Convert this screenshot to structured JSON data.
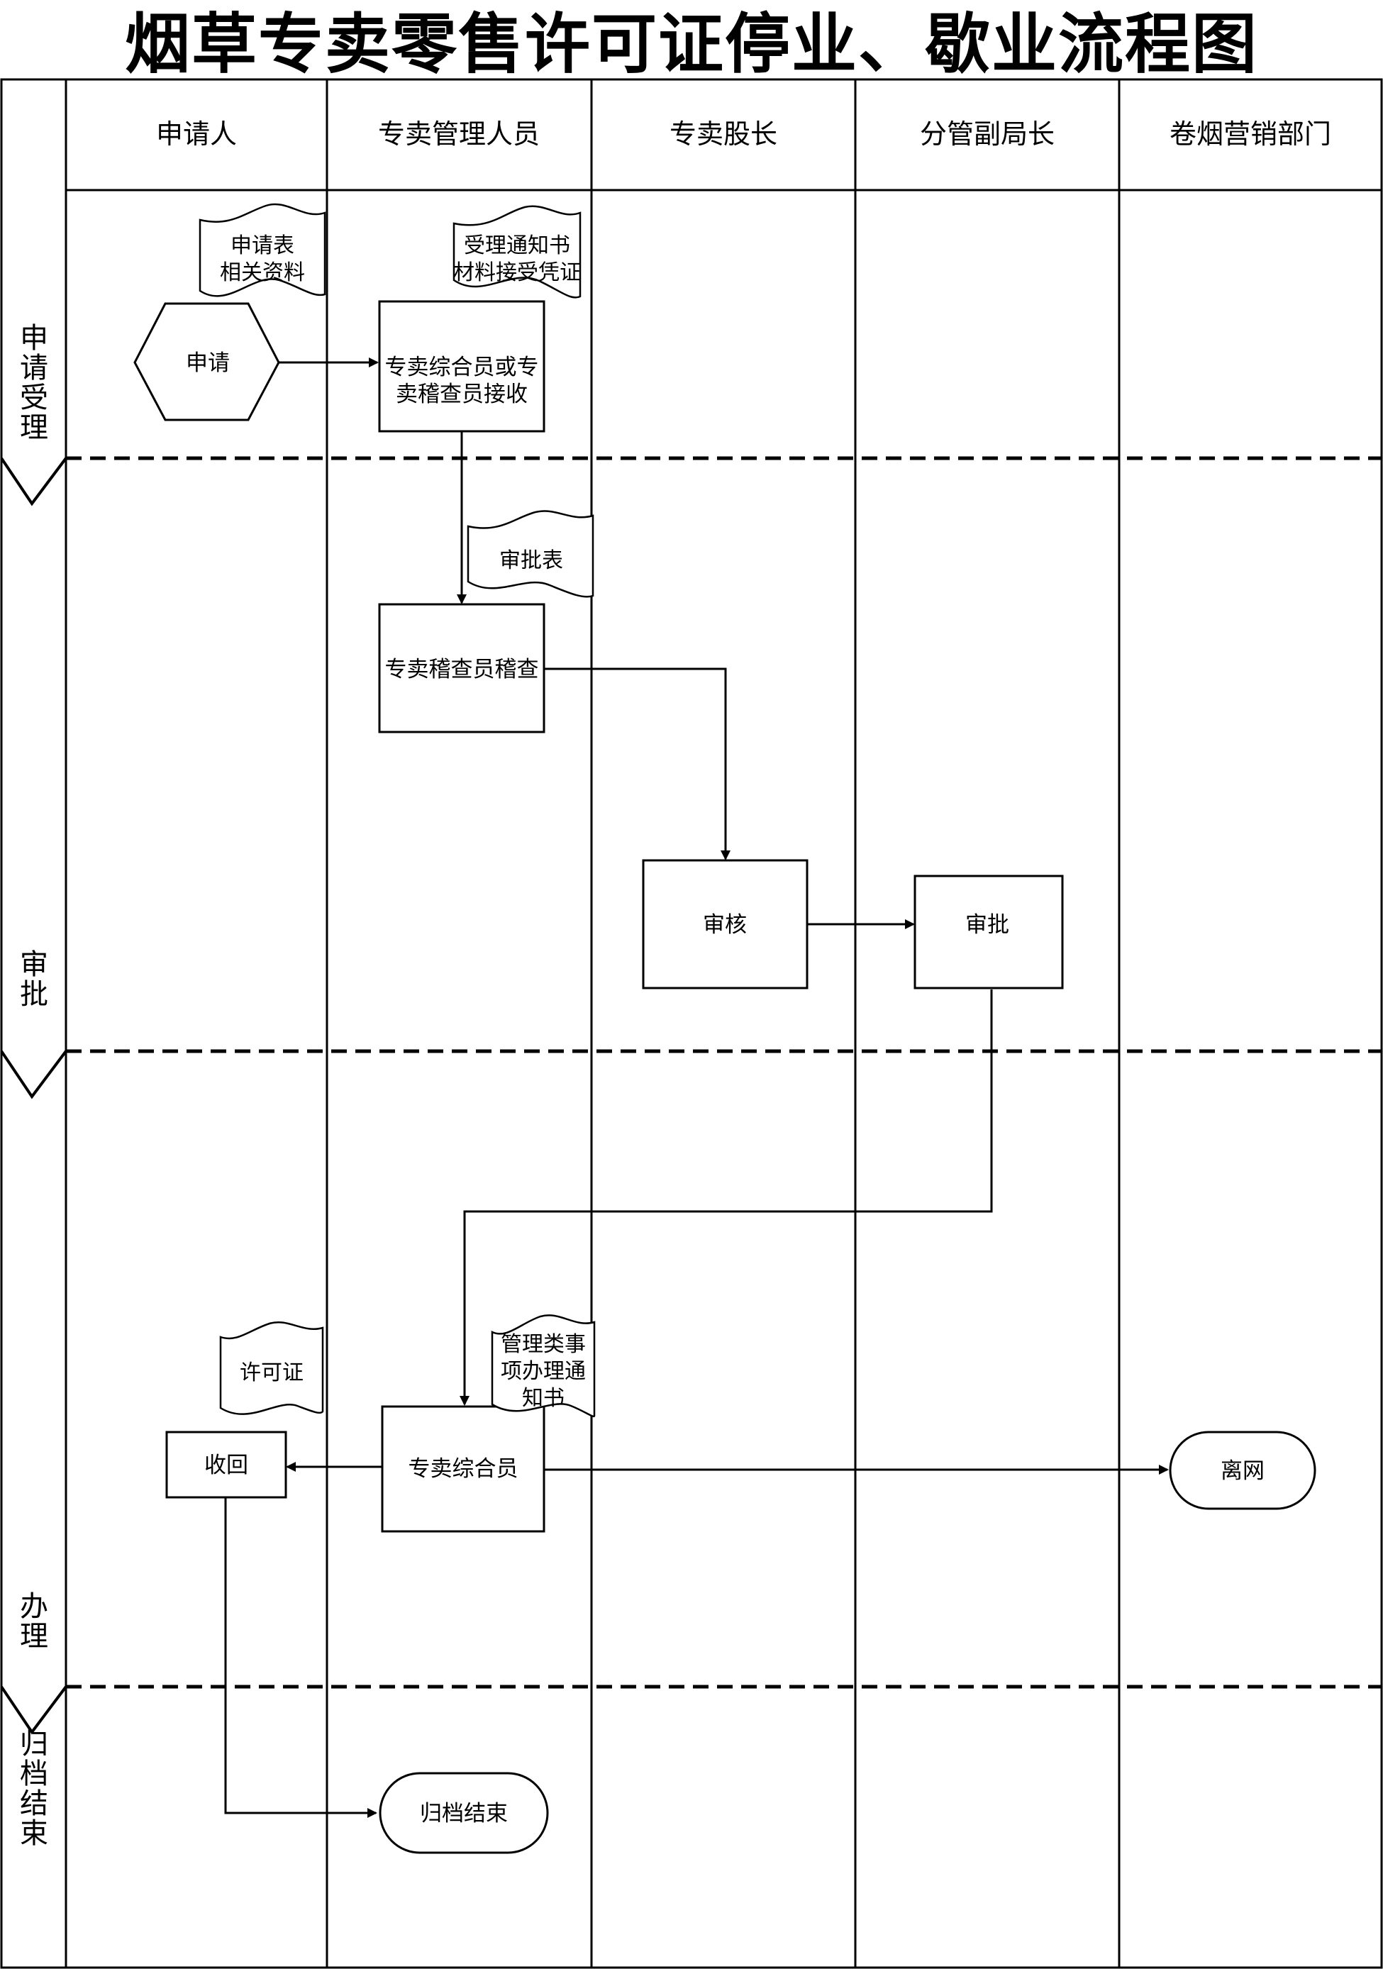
{
  "title": "烟草专卖零售许可证停业、歇业流程图",
  "lanes": [
    "申请人",
    "专卖管理人员",
    "专卖股长",
    "分管副局长",
    "卷烟营销部门"
  ],
  "phases": [
    "申请受理",
    "审批",
    "办理",
    "归档结束"
  ],
  "nodes": {
    "apply": "申请",
    "receive": [
      "专卖综合员或专",
      "卖稽查员接收"
    ],
    "inspect": "专卖稽查员稽查",
    "review": "审核",
    "approve": "审批",
    "handle": "专卖综合员",
    "revoke": "收回",
    "offline": "离网",
    "archive": "归档结束"
  },
  "documents": {
    "application": [
      "申请表",
      "相关资料"
    ],
    "acceptance": [
      "受理通知书",
      "材料接受凭证"
    ],
    "approval_form": [
      "审批表"
    ],
    "handling_notice": [
      "管理类事",
      "项办理通",
      "知书"
    ],
    "license": [
      "许可证"
    ]
  }
}
